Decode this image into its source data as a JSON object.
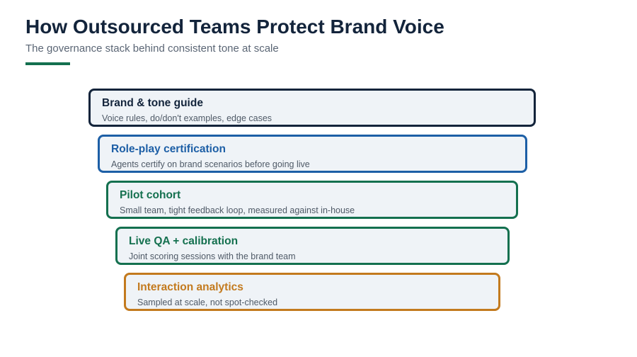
{
  "header": {
    "title": "How Outsourced Teams Protect Brand Voice",
    "subtitle": "The governance stack behind consistent tone at scale",
    "accent_color": "#14704f"
  },
  "layers": [
    {
      "title": "Brand & tone guide",
      "description": "Voice rules, do/don't examples, edge cases",
      "color": "#13243b"
    },
    {
      "title": "Role-play certification",
      "description": "Agents certify on brand scenarios before going live",
      "color": "#1d5fa6"
    },
    {
      "title": "Pilot cohort",
      "description": "Small team, tight feedback loop, measured against in-house",
      "color": "#14704f"
    },
    {
      "title": "Live QA + calibration",
      "description": "Joint scoring sessions with the brand team",
      "color": "#14704f"
    },
    {
      "title": "Interaction analytics",
      "description": "Sampled at scale, not spot-checked",
      "color": "#c37a1e"
    }
  ]
}
